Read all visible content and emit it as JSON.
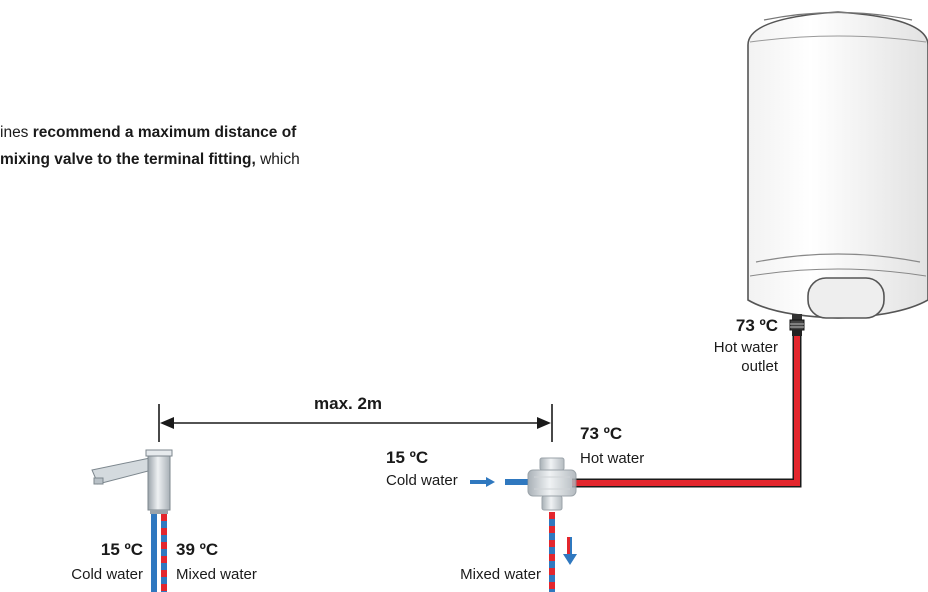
{
  "intro": {
    "line1_plain": "ines ",
    "line1_bold": "recommend a maximum distance of",
    "line2_bold": "mixing valve to the terminal fitting,",
    "line2_plain": " which"
  },
  "distance_label": "max. 2m",
  "heater_outlet": {
    "temp": "73 ºC",
    "label_line1": "Hot water",
    "label_line2": "outlet"
  },
  "valve_hot_in": {
    "temp": "73 ºC",
    "label": "Hot water"
  },
  "valve_cold_in": {
    "temp": "15 ºC",
    "label": "Cold water"
  },
  "valve_mixed_out": {
    "label": "Mixed water"
  },
  "tap_cold": {
    "temp": "15 ºC",
    "label": "Cold water"
  },
  "tap_mixed": {
    "temp": "39 ºC",
    "label": "Mixed water"
  },
  "colors": {
    "hot": "#e3262d",
    "cold": "#2f78bf",
    "dark": "#1a1a1a",
    "heater_stroke": "#555555"
  }
}
